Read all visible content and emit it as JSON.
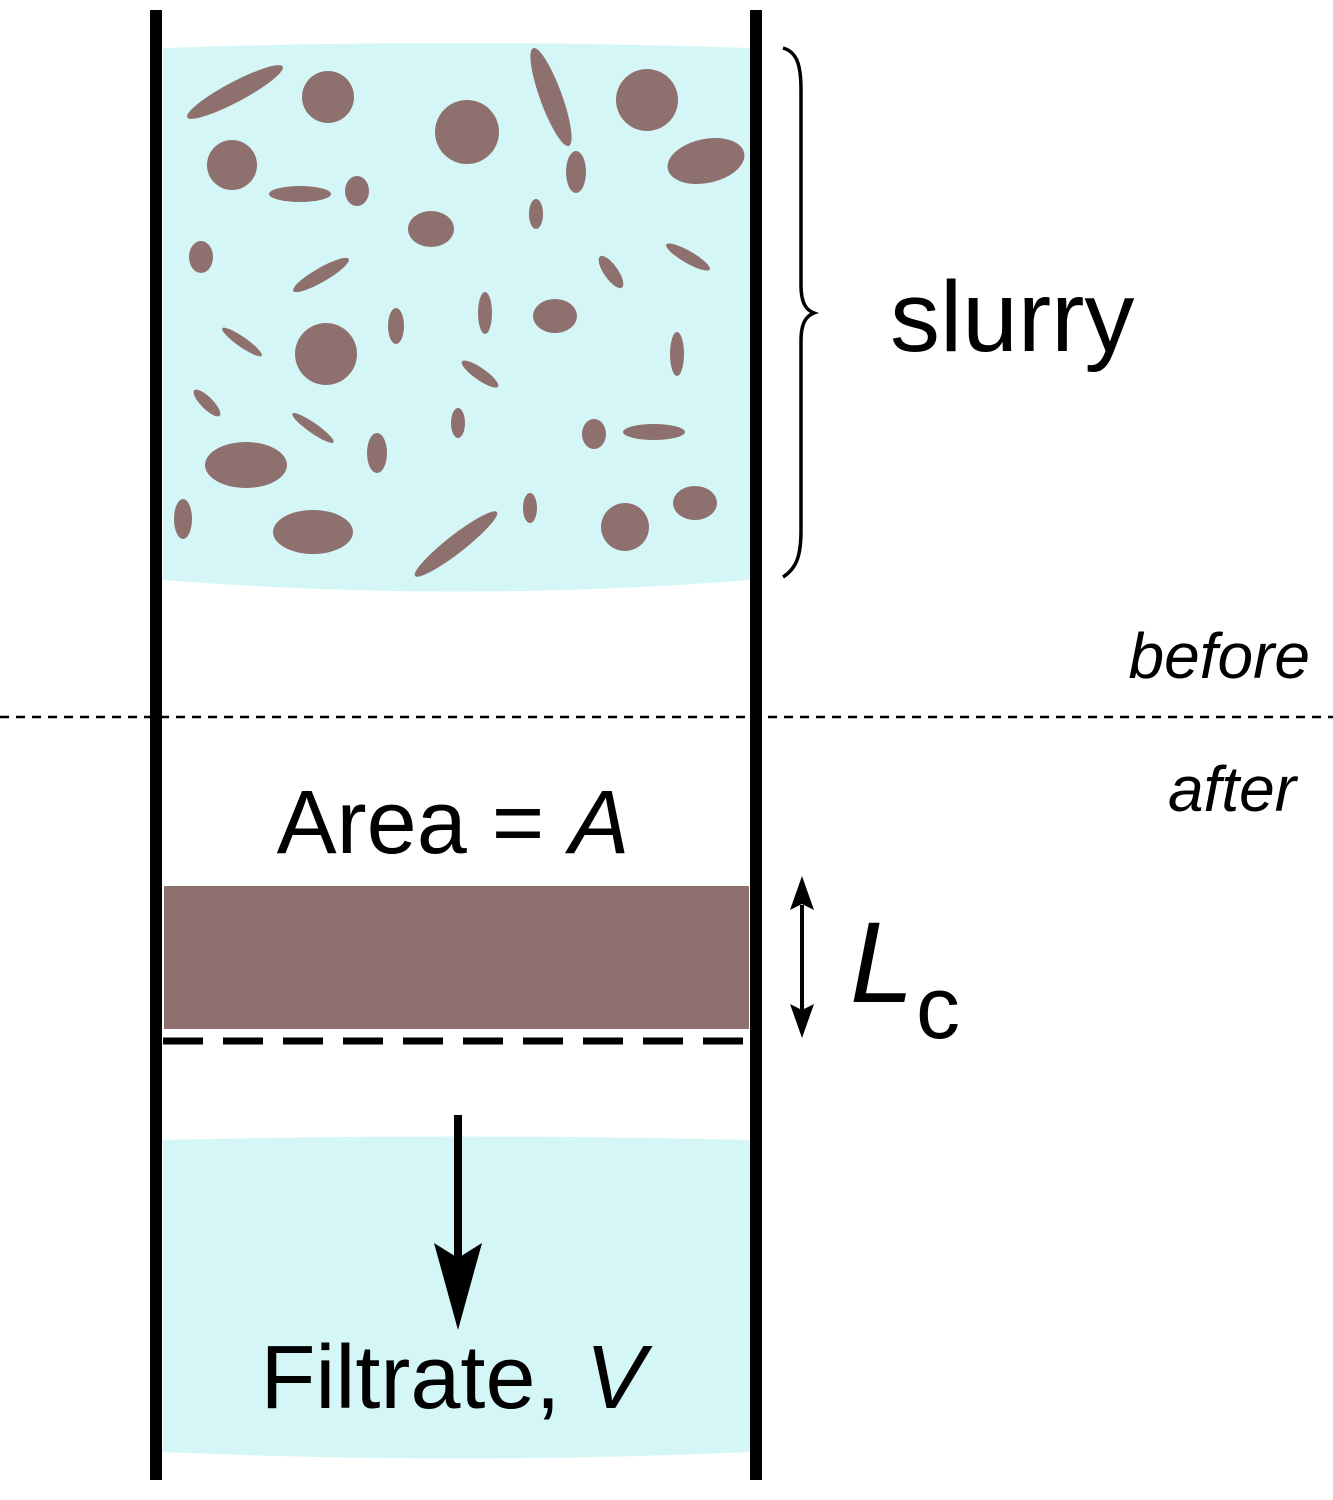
{
  "labels": {
    "slurry": "slurry",
    "before": "before",
    "after": "after",
    "area_prefix": "Area = ",
    "area_var": "A",
    "cake_thickness_var": "L",
    "cake_thickness_sub": "c",
    "filtrate_prefix": "Filtrate, ",
    "filtrate_var": "V"
  },
  "colors": {
    "liquid": "#d4f6f6",
    "solids": "#8e706e",
    "walls": "#000000",
    "background": "#ffffff"
  },
  "icons": {
    "slurry_brace": "right-curly-brace",
    "cake_dimension": "double-headed-vertical-arrow",
    "flow_direction": "down-arrow"
  }
}
